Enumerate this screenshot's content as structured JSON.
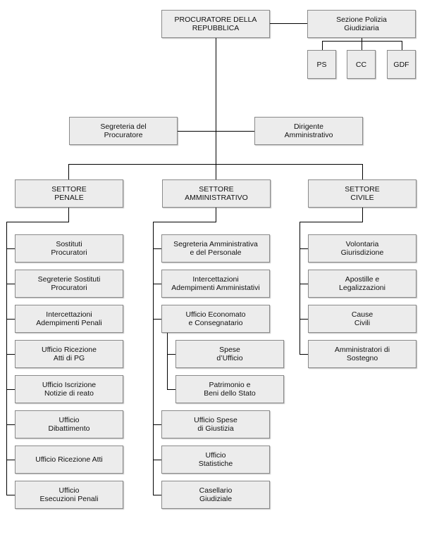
{
  "colors": {
    "box_fill": "#ececec",
    "box_border": "#8a8a8a",
    "line": "#000000"
  },
  "top": {
    "procuratore": "PROCURATORE DELLA\nREPUBBLICA",
    "polizia": "Sezione Polizia\nGiudiziaria",
    "ps": "PS",
    "cc": "CC",
    "gdf": "GDF"
  },
  "staff": {
    "segreteria": "Segreteria del\nProcuratore",
    "dirigente": "Dirigente\nAmministrativo"
  },
  "sectors": {
    "penale": {
      "title": "SETTORE\nPENALE",
      "items": [
        "Sostituti\nProcuratori",
        "Segreterie Sostituti\nProcuratori",
        "Intercettazioni\nAdempimenti Penali",
        "Ufficio Ricezione\nAtti di PG",
        "Ufficio Iscrizione\nNotizie di reato",
        "Ufficio\nDibattimento",
        "Ufficio Ricezione Atti",
        "Ufficio\nEsecuzioni Penali"
      ]
    },
    "amministrativo": {
      "title": "SETTORE\nAMMINISTRATIVO",
      "items": [
        "Segreteria Amministrativa\ne del Personale",
        "Intercettazioni\nAdempimenti Amministativi",
        "Ufficio Economato\ne Consegnatario",
        "Ufficio Spese\ndi Giustizia",
        "Ufficio\nStatistiche",
        "Casellario\nGiudiziale"
      ],
      "economato_items": [
        "Spese\nd’Ufficio",
        "Patrimonio e\nBeni dello Stato"
      ]
    },
    "civile": {
      "title": "SETTORE\nCIVILE",
      "items": [
        "Volontaria\nGiurisdizione",
        "Apostille e\nLegalizzazioni",
        "Cause\nCivili",
        "Amministratori di\nSostegno"
      ]
    }
  }
}
